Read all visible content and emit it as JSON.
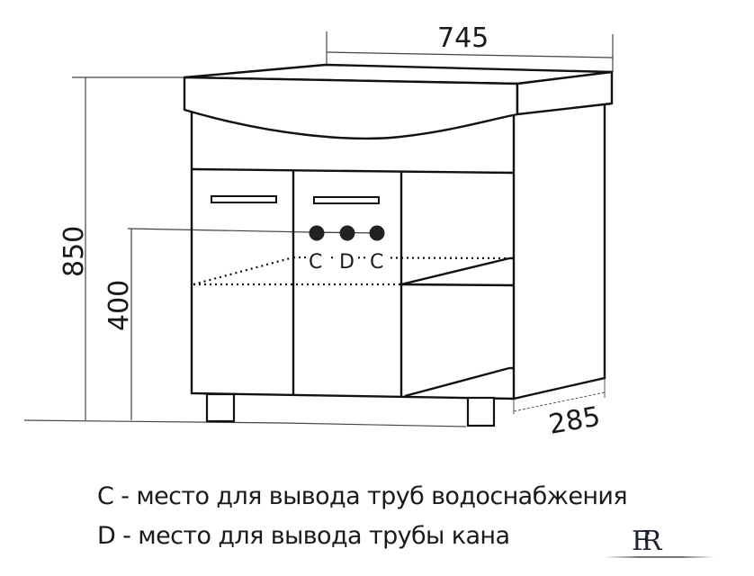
{
  "drawing": {
    "subject": "vanity cabinet with sink",
    "dimensions": {
      "width": "745",
      "height": "850",
      "pipe_height": "400",
      "depth": "285"
    },
    "points": [
      {
        "label": "C"
      },
      {
        "label": "D"
      },
      {
        "label": "C"
      }
    ]
  },
  "legend": {
    "line1": "C - место для вывода труб водоснабжения",
    "line2": "D - место для вывода трубы кана"
  },
  "logo": {
    "text": "FR"
  },
  "colors": {
    "line": "#111111",
    "dim_line": "#444444",
    "background": "#ffffff"
  }
}
